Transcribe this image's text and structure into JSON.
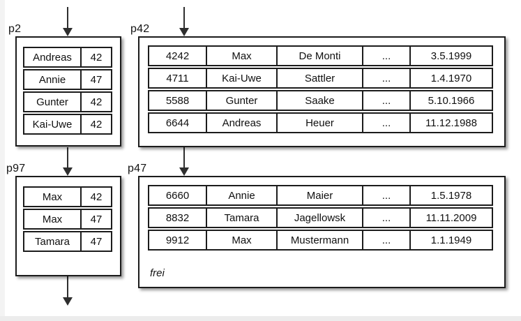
{
  "diagram": {
    "description": "Database page diagram: index pages p2 and p97 with (name, page) entries pointing to data pages p42 and p47 holding records",
    "colors": {
      "line": "#1c1c1c",
      "arrow": "#2e2e2e",
      "text": "#101010",
      "page_background": "#ffffff",
      "margin_background": "#ececec"
    },
    "pages": {
      "p2": {
        "label": "p2",
        "rows": [
          [
            "Andreas",
            "42"
          ],
          [
            "Annie",
            "47"
          ],
          [
            "Gunter",
            "42"
          ],
          [
            "Kai-Uwe",
            "42"
          ]
        ]
      },
      "p42": {
        "label": "p42",
        "rows": [
          [
            "4242",
            "Max",
            "De Monti",
            "...",
            "3.5.1999"
          ],
          [
            "4711",
            "Kai-Uwe",
            "Sattler",
            "...",
            "1.4.1970"
          ],
          [
            "5588",
            "Gunter",
            "Saake",
            "...",
            "5.10.1966"
          ],
          [
            "6644",
            "Andreas",
            "Heuer",
            "...",
            "11.12.1988"
          ]
        ]
      },
      "p97": {
        "label": "p97",
        "rows": [
          [
            "Max",
            "42"
          ],
          [
            "Max",
            "47"
          ],
          [
            "Tamara",
            "47"
          ]
        ]
      },
      "p47": {
        "label": "p47",
        "rows": [
          [
            "6660",
            "Annie",
            "Maier",
            "...",
            "1.5.1978"
          ],
          [
            "8832",
            "Tamara",
            "Jagellowsk",
            "...",
            "11.11.2009"
          ],
          [
            "9912",
            "Max",
            "Mustermann",
            "...",
            "1.1.1949"
          ]
        ],
        "free_label": "frei"
      }
    }
  }
}
